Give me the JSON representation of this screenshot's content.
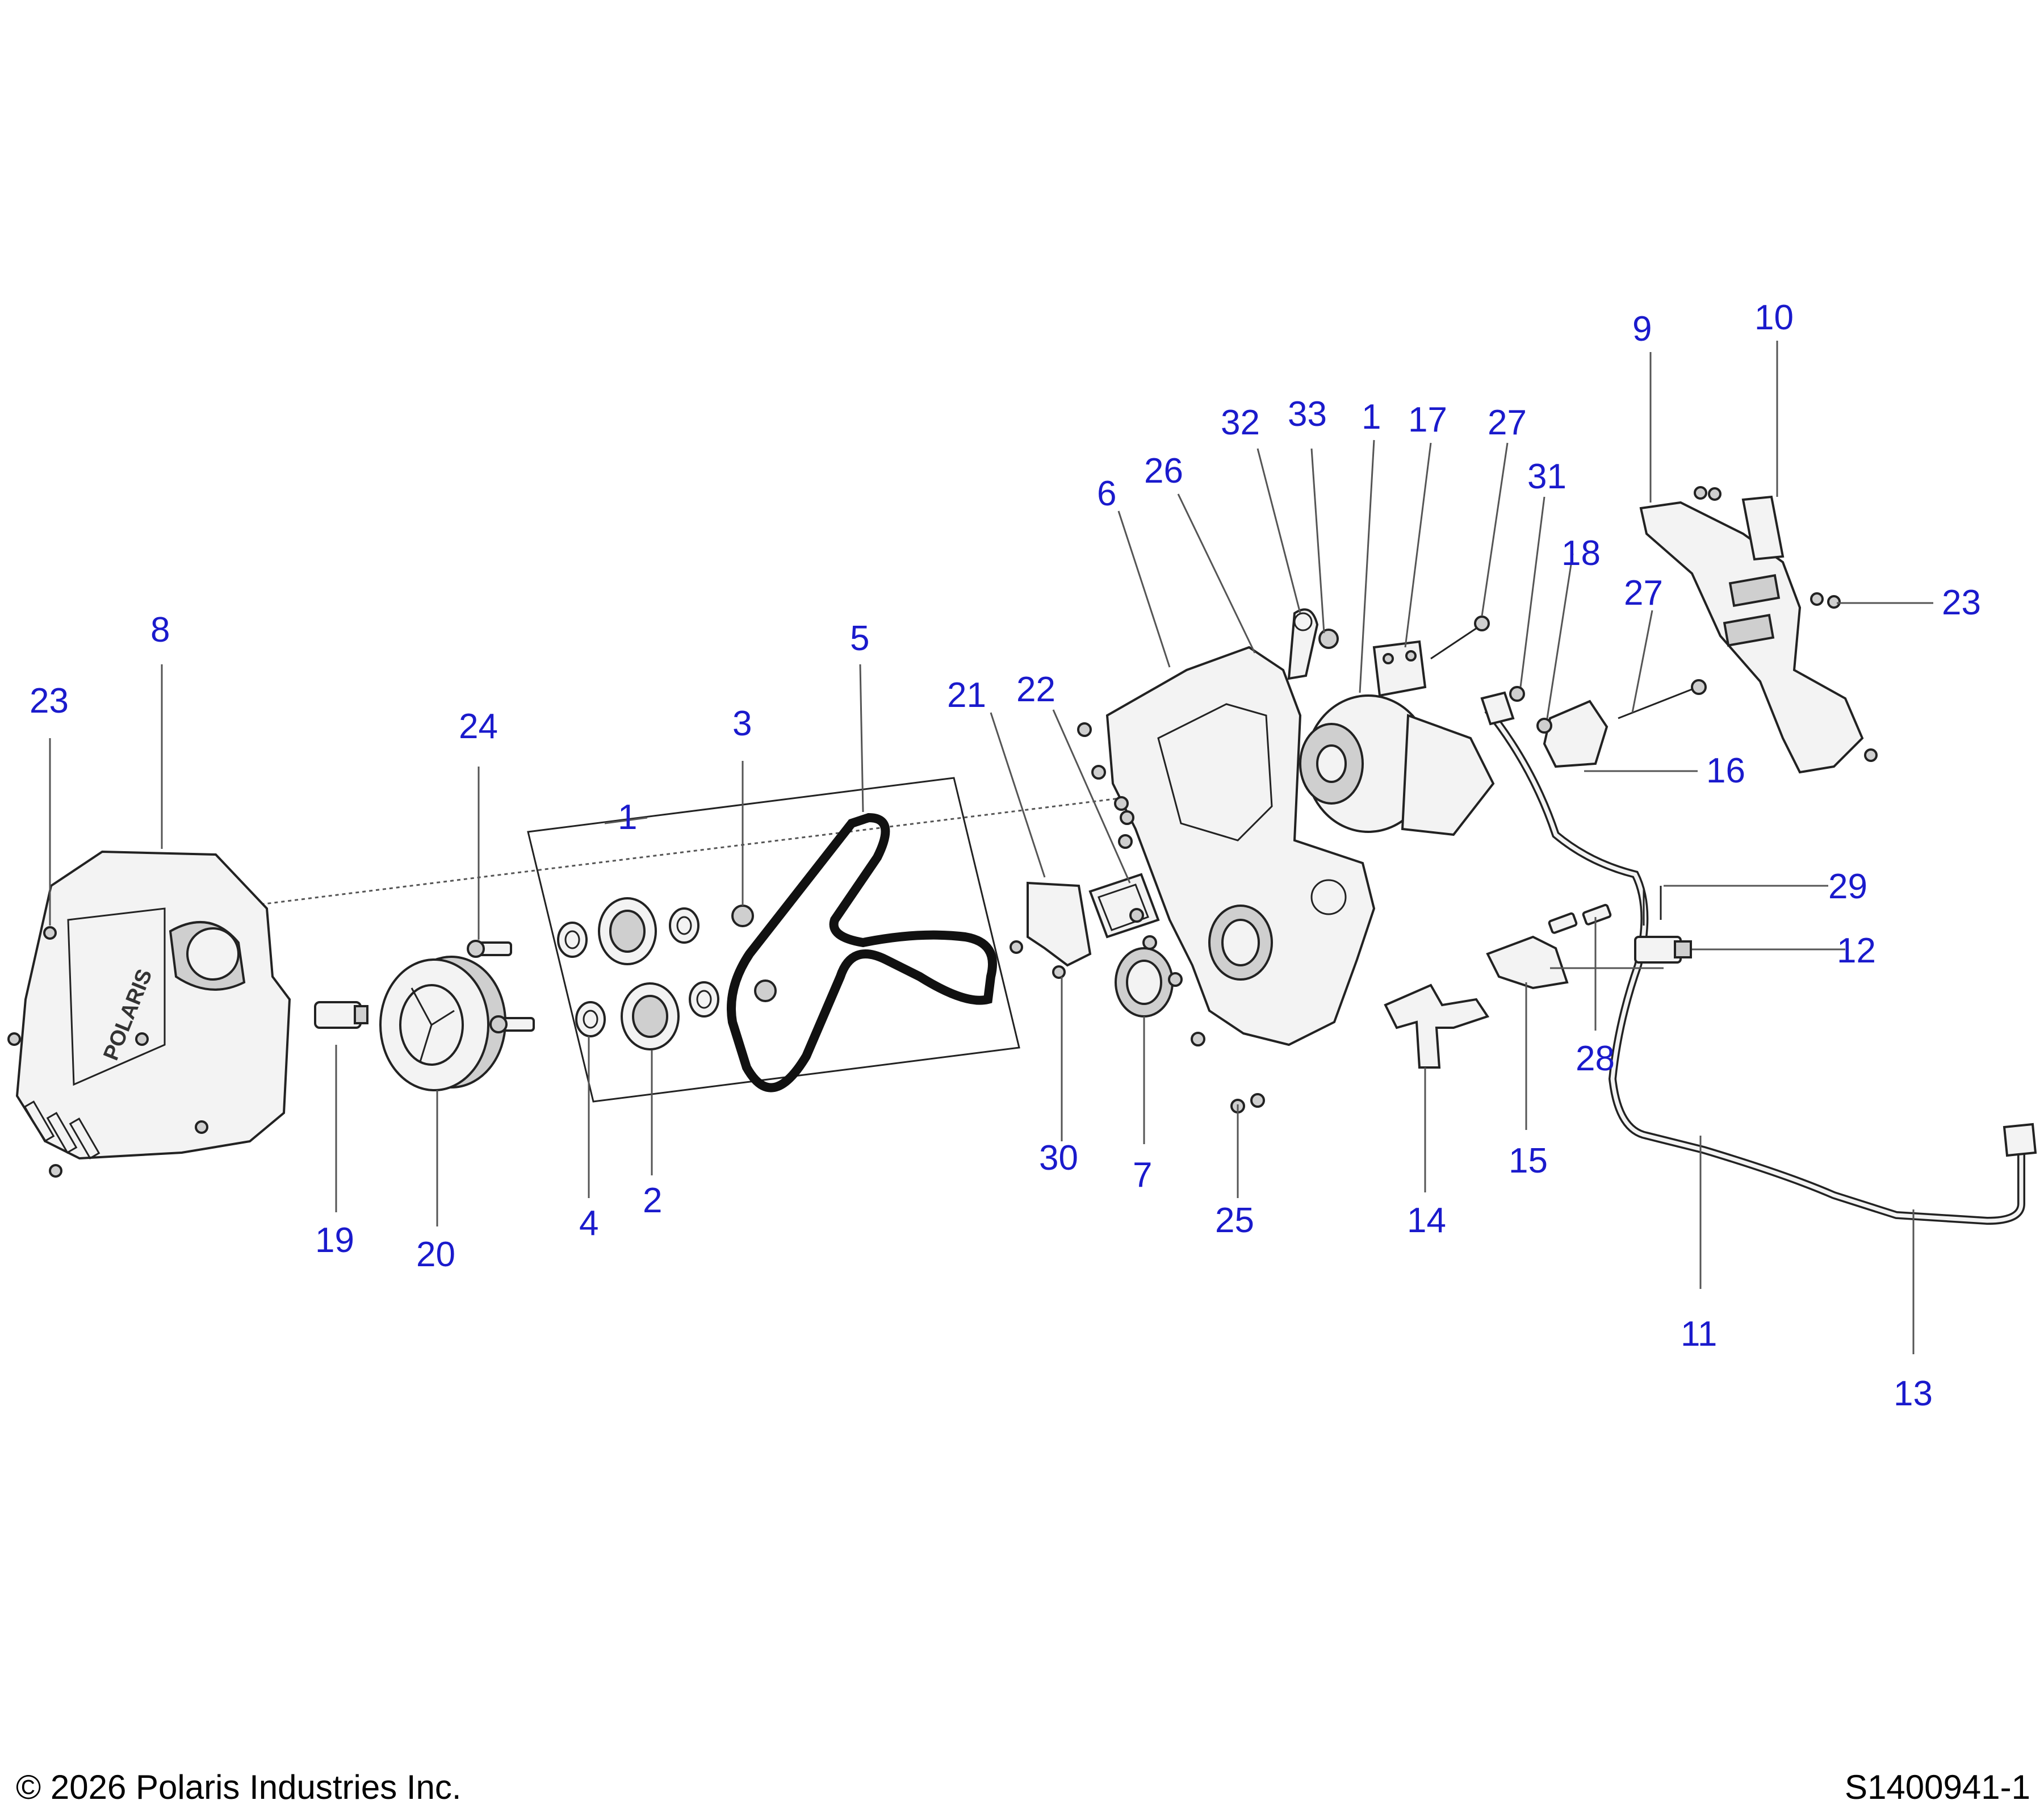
{
  "callouts": {
    "c1a": "1",
    "c1b": "1",
    "c2": "2",
    "c3": "3",
    "c4": "4",
    "c5": "5",
    "c6": "6",
    "c7": "7",
    "c8": "8",
    "c9": "9",
    "c10": "10",
    "c11": "11",
    "c12": "12",
    "c13": "13",
    "c14": "14",
    "c15": "15",
    "c16": "16",
    "c17": "17",
    "c18": "18",
    "c19": "19",
    "c20": "20",
    "c21": "21",
    "c22": "22",
    "c23a": "23",
    "c23b": "23",
    "c24": "24",
    "c25": "25",
    "c26": "26",
    "c27a": "27",
    "c27b": "27",
    "c28": "28",
    "c29": "29",
    "c30": "30",
    "c31": "31",
    "c32": "32",
    "c33": "33"
  },
  "parts": {
    "cover_logo_text": "POLARIS"
  },
  "footer": {
    "copyright": "© 2026 Polaris Industries Inc.",
    "diagram_id": "S1400941-1"
  }
}
